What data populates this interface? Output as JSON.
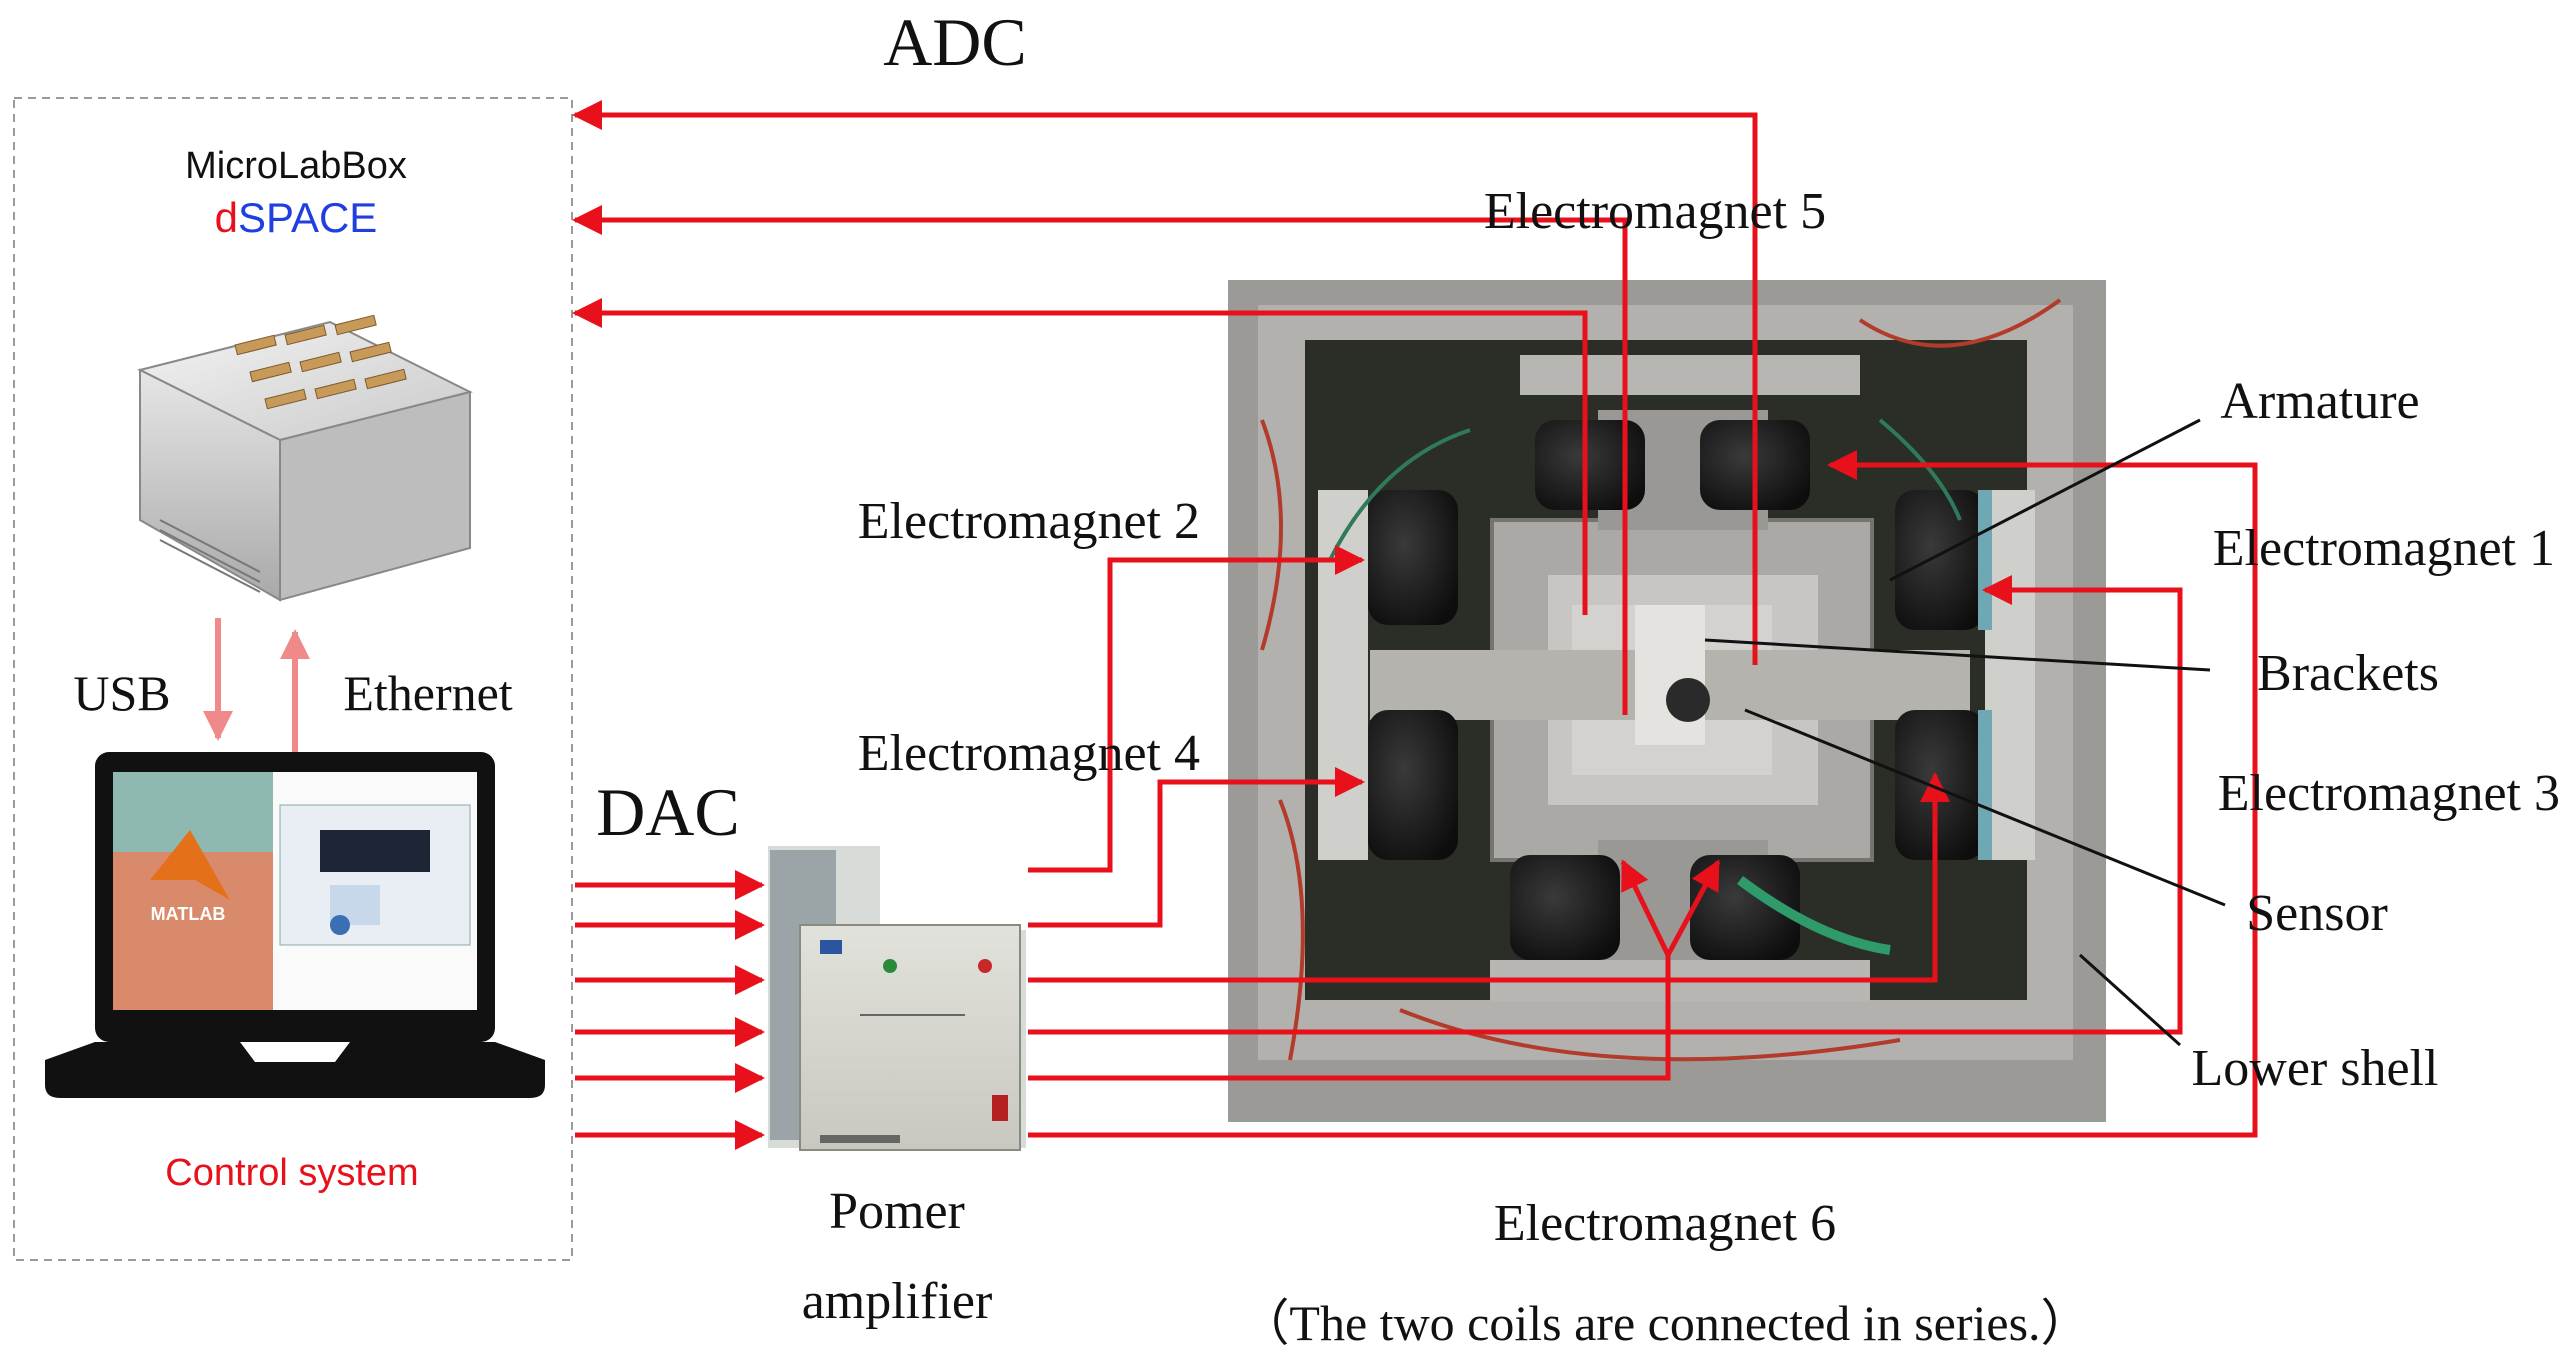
{
  "labels": {
    "adc": "ADC",
    "dac": "DAC",
    "microlabbox": "MicroLabBox",
    "dspace_d": "d",
    "dspace_space": "SPACE",
    "usb": "USB",
    "ethernet": "Ethernet",
    "control_system": "Control  system",
    "matlab": "MATLAB",
    "power_amplifier_line1": "Pomer",
    "power_amplifier_line2": "amplifier",
    "electromagnet_1": "Electromagnet  1",
    "electromagnet_2": "Electromagnet  2",
    "electromagnet_3": "Electromagnet  3",
    "electromagnet_4": "Electromagnet  4",
    "electromagnet_5": "Electromagnet  5",
    "electromagnet_6": "Electromagnet  6",
    "series_note": "（The  two  coils  are  connected  in  series.）",
    "armature": "Armature",
    "brackets": "Brackets",
    "sensor": "Sensor",
    "lower_shell": "Lower  shell"
  },
  "colors": {
    "wire": "#e8101a",
    "link_arrow": "#f08a8a",
    "dspace_d": "#e8101a",
    "dspace_space": "#1f3fe0",
    "control_system": "#e8101a",
    "frame_border": "#9a9a9a"
  }
}
